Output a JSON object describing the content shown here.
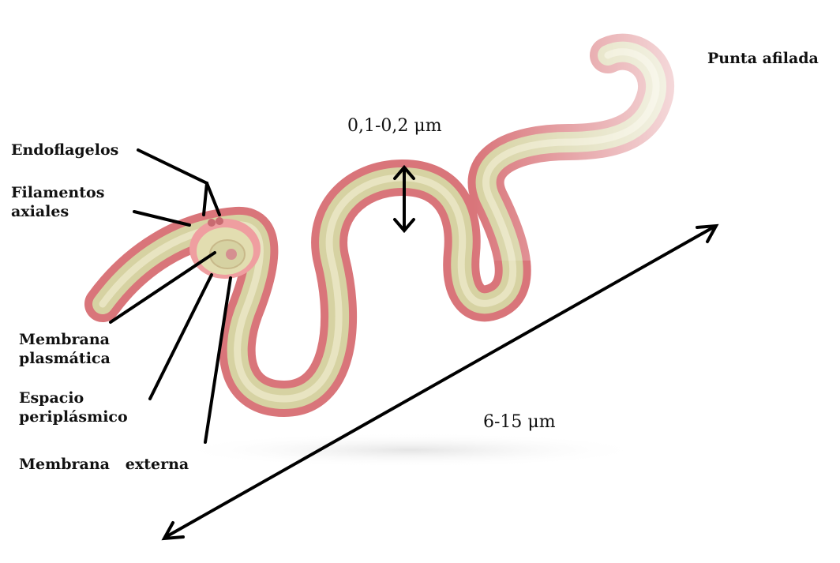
{
  "labels": {
    "endoflagelos": "Endoflagelos",
    "filamentos_axiales": "Filamentos\naxiales",
    "membrana_plasmatica": "Membrana\nplasmática",
    "espacio_periplasmico": "Espacio\nperiplásmico",
    "membrana_externa": "Membrana   externa",
    "punta_afilada": "Punta afilada"
  },
  "measurements": {
    "width": "0,1-0,2 μm",
    "length": "6-15 μm"
  },
  "colors": {
    "outer_sheath": "#d9757a",
    "outer_sheath_light": "#ef9ea0",
    "inner_core": "#d6d2a2",
    "inner_core_light": "#ece9c9",
    "line": "#000000"
  }
}
